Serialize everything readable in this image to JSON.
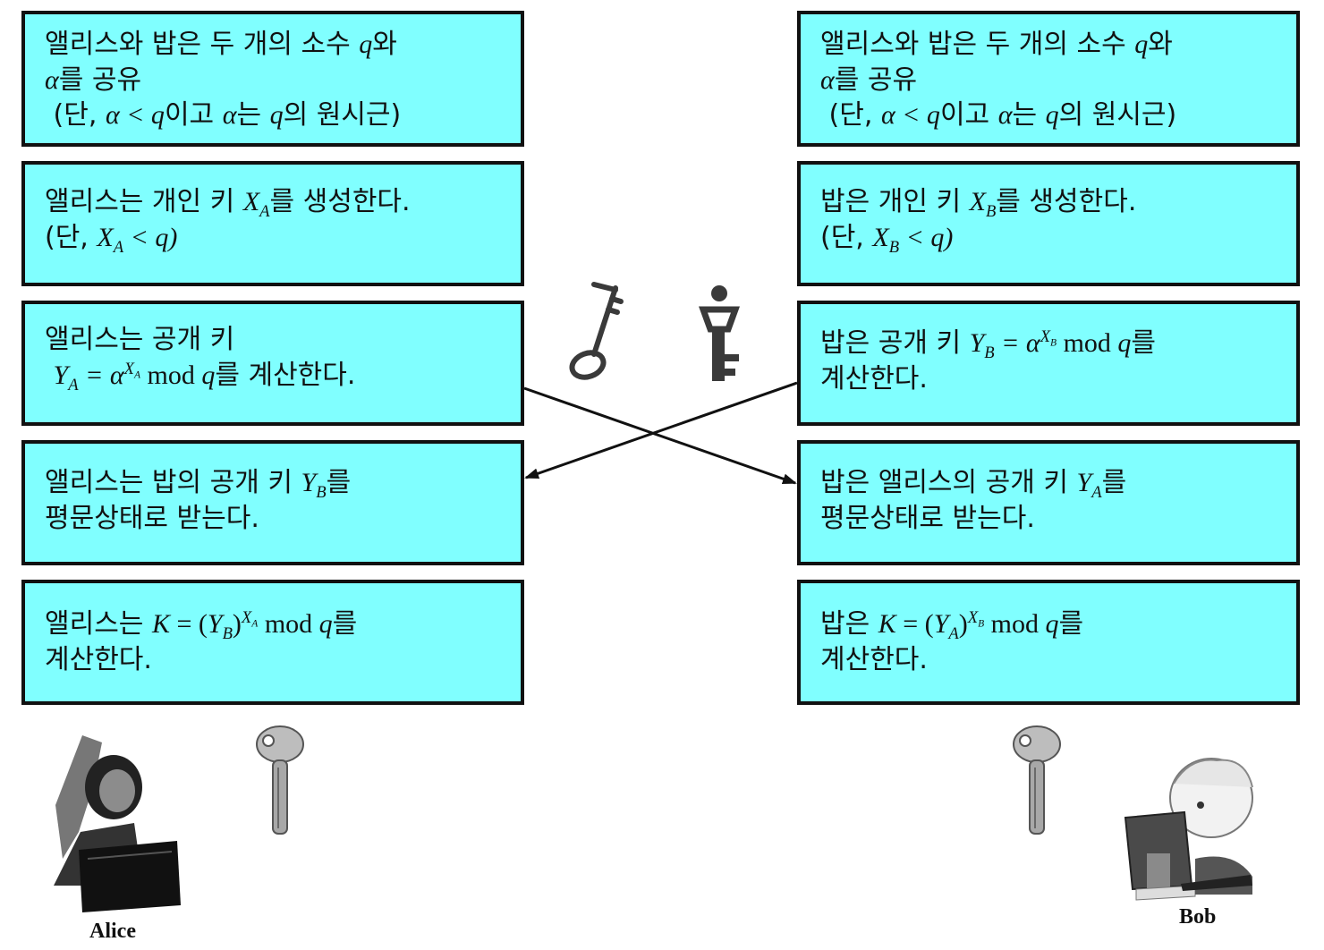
{
  "alice": {
    "share_line1": "앨리스와 밥은 두 개의 소수 ",
    "share_q": "q",
    "share_line1_tail": "와",
    "share_alpha": "α",
    "share_line2_tail": "를 공유",
    "share_line3a": "(단, ",
    "share_cond": "α < q",
    "share_line3b": "이고 ",
    "share_alpha2": "α",
    "share_line3c": "는 ",
    "share_q2": "q",
    "share_line3d": "의 원시근)",
    "priv_a": "앨리스는 개인 키 ",
    "priv_X": "X",
    "priv_sub": "A",
    "priv_b": "를 생성한다.",
    "priv_c": "(단, ",
    "priv_X2": "X",
    "priv_sub2": "A",
    "priv_d": " < q)",
    "pub_a": "앨리스는 공개 키",
    "pub_Y": "Y",
    "pub_Ysub": "A",
    "pub_eq": " = α",
    "pub_exp": "X",
    "pub_expsub": "A",
    "pub_mod": " mod ",
    "pub_q": "q",
    "pub_b": "를 계산한다.",
    "recv_a": "앨리스는 밥의 공개 키 ",
    "recv_Y": "Y",
    "recv_sub": "B",
    "recv_b": "를",
    "recv_c": "평문상태로 받는다.",
    "k_a": "앨리스는 ",
    "k_K": "K",
    "k_eq": " = (",
    "k_Y": "Y",
    "k_Ysub": "B",
    "k_close": ")",
    "k_exp": "X",
    "k_expsub": "A",
    "k_mod": " mod ",
    "k_q": "q",
    "k_b": "를",
    "k_c": "계산한다.",
    "caption": "Alice"
  },
  "bob": {
    "share_line1": "앨리스와 밥은 두 개의 소수 ",
    "share_q": "q",
    "share_line1_tail": "와",
    "share_alpha": "α",
    "share_line2_tail": "를 공유",
    "share_line3a": "(단, ",
    "share_cond": "α < q",
    "share_line3b": "이고 ",
    "share_alpha2": "α",
    "share_line3c": "는 ",
    "share_q2": "q",
    "share_line3d": "의 원시근)",
    "priv_a": "밥은 개인 키 ",
    "priv_X": "X",
    "priv_sub": "B",
    "priv_b": "를 생성한다.",
    "priv_c": "(단, ",
    "priv_X2": "X",
    "priv_sub2": "B",
    "priv_d": " < q)",
    "pub_a": "밥은 공개 키 ",
    "pub_Y": "Y",
    "pub_Ysub": "B",
    "pub_eq": " = α",
    "pub_exp": "X",
    "pub_expsub": "B",
    "pub_mod": " mod ",
    "pub_q": "q",
    "pub_b": "를",
    "pub_c": "계산한다.",
    "recv_a": "밥은 앨리스의 공개 키 ",
    "recv_Y": "Y",
    "recv_sub": "A",
    "recv_b": "를",
    "recv_c": "평문상태로 받는다.",
    "k_a": "밥은 ",
    "k_K": "K",
    "k_eq": " = (",
    "k_Y": "Y",
    "k_Ysub": "A",
    "k_close": ")",
    "k_exp": "X",
    "k_expsub": "B",
    "k_mod": " mod ",
    "k_q": "q",
    "k_b": "를",
    "k_c": "계산한다.",
    "caption": "Bob"
  },
  "colors": {
    "box_fill": "#80ffff",
    "border": "#111111",
    "key_gray": "#9a9a9a",
    "key_dark": "#3a3a3a"
  },
  "icons": [
    "private-key-icon",
    "public-key-icon",
    "shared-key-icon",
    "alice-figure-icon",
    "bob-figure-icon"
  ]
}
